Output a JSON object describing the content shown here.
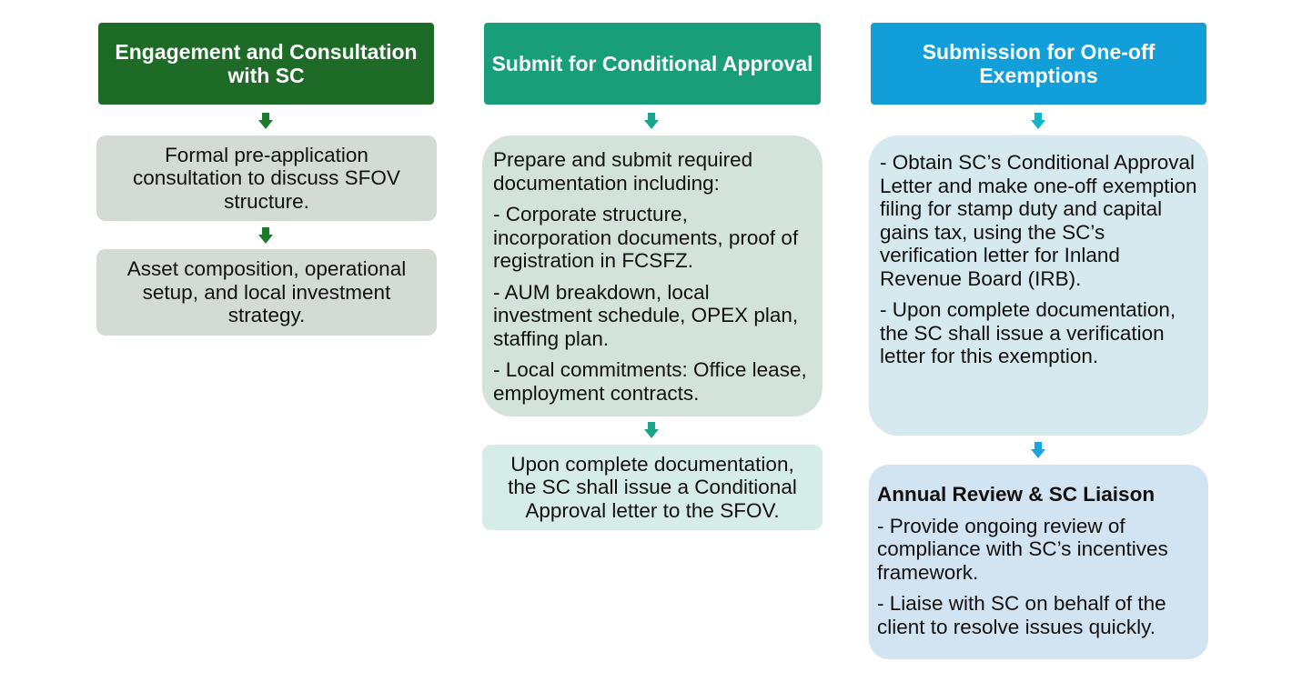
{
  "colors": {
    "col1_header": "#1d6b27",
    "col2_header": "#189e79",
    "col3_header": "#129fd9",
    "col1_box": "#d3dbd4",
    "col2_box": "#d3e3dc",
    "col2_box_light": "#d6ece8",
    "col3_box": "#d5e9ef",
    "col3_box_alt": "#d2e3f1",
    "arrow_green": "#1d7a2b",
    "arrow_teal": "#1aa58a",
    "arrow_cyan": "#14b4c8",
    "arrow_blue": "#1aa3e0"
  },
  "columns": [
    {
      "header": "Engagement and Consultation with SC",
      "steps": [
        "Formal pre-application consultation to discuss SFOV structure.",
        "Asset composition, operational setup, and local investment strategy."
      ]
    },
    {
      "header": "Submit for Conditional Approval",
      "steps": [
        {
          "paragraphs": [
            "Prepare and submit required documentation including:",
            "- Corporate structure, incorporation documents, proof of registration in FCSFZ.",
            "- AUM breakdown, local investment schedule, OPEX plan, staffing plan.",
            "- Local commitments: Office lease, employment contracts."
          ]
        },
        "Upon complete documentation, the SC shall issue a Conditional Approval letter to the SFOV."
      ]
    },
    {
      "header": "Submission for One-off Exemptions",
      "steps": [
        {
          "paragraphs": [
            "- Obtain SC’s Conditional Approval Letter and make one-off exemption filing for stamp duty and capital gains tax, using the SC’s verification letter for Inland Revenue Board (IRB).",
            "- Upon complete documentation, the SC shall issue a verification letter for this exemption."
          ]
        },
        {
          "title": "Annual Review & SC Liaison",
          "paragraphs": [
            "- Provide ongoing review of compliance with SC’s incentives framework.",
            "- Liaise with SC on behalf of the client to resolve issues quickly."
          ]
        }
      ]
    }
  ]
}
